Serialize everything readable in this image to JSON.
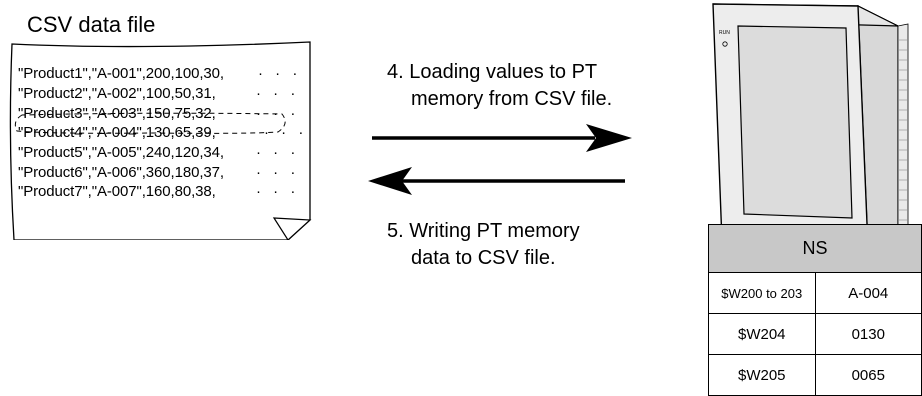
{
  "csv_file": {
    "title": "CSV data file",
    "lines": [
      "\"Product1\",\"A-001\",200,100,30,",
      "\"Product2\",\"A-002\",100,50,31,",
      "\"Product3\",\"A-003\",150,75,32,",
      "\"Product4\",\"A-004\",130,65,39,",
      "\"Product5\",\"A-005\",240,120,34,",
      "\"Product6\",\"A-006\",360,180,37,",
      "\"Product7\",\"A-007\",160,80,38,"
    ],
    "continuation": "· · ·",
    "highlighted_line_index": 3
  },
  "arrows": {
    "load_caption_1": "4. Loading values to PT",
    "load_caption_2": "memory from CSV file.",
    "write_caption_1": "5. Writing PT memory",
    "write_caption_2": "data to CSV file."
  },
  "terminal": {
    "label": "RUN"
  },
  "memory_table": {
    "header": "NS",
    "rows": [
      {
        "address": "$W200 to 203",
        "value": "A-004"
      },
      {
        "address": "$W204",
        "value": "0130"
      },
      {
        "address": "$W205",
        "value": "0065"
      }
    ]
  }
}
